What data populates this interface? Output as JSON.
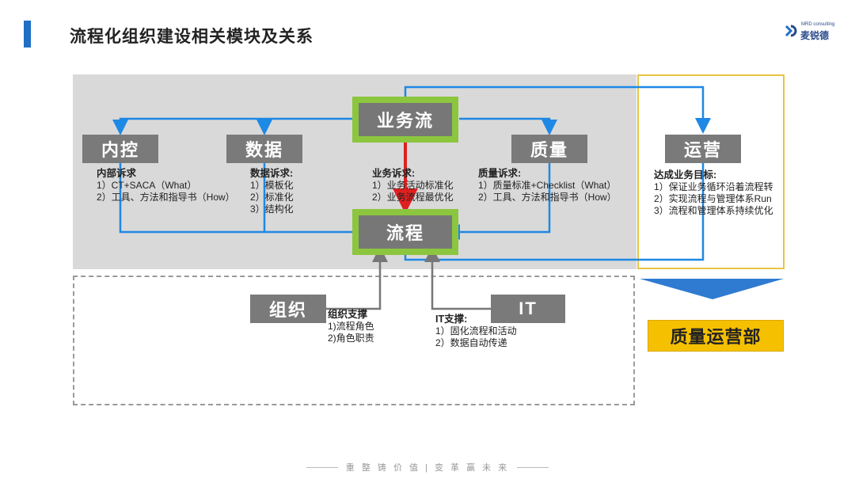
{
  "header": {
    "title": "流程化组织建设相关模块及关系"
  },
  "logo": {
    "small_text": "MRD consulting",
    "text": "麦锐德"
  },
  "nodes": {
    "business_flow": "业务流",
    "internal_control": "内控",
    "data": "数据",
    "quality": "质量",
    "operations": "运营",
    "process": "流程",
    "organization": "组织",
    "it": "IT"
  },
  "notes": {
    "internal_control": {
      "heading": "内部诉求",
      "items": [
        "1）CT+SACA（What）",
        "2）工具、方法和指导书（How）"
      ]
    },
    "data": {
      "heading": "数据诉求:",
      "items": [
        "1）模板化",
        "2）标准化",
        "3）结构化"
      ]
    },
    "business": {
      "heading": "业务诉求:",
      "items": [
        "1）业务活动标准化",
        "2）业务流程最优化"
      ]
    },
    "quality": {
      "heading": "质量诉求:",
      "items": [
        "1）质量标准+Checklist（What）",
        "2）工具、方法和指导书（How）"
      ]
    },
    "operations": {
      "heading": "达成业务目标:",
      "items": [
        "1）保证业务循环沿着流程转",
        "2）实现流程与管理体系Run",
        "3）流程和管理体系持续优化"
      ]
    },
    "organization": {
      "heading": "组织支撑",
      "items": [
        "1)流程角色",
        "2)角色职责"
      ]
    },
    "it": {
      "heading": "IT支撑:",
      "items": [
        "1）固化流程和活动",
        "2）数据自动传递"
      ]
    }
  },
  "department": "质量运营部",
  "footer": {
    "slogan": "重 整 铸 价 值 | 变 革 赢 未 来"
  },
  "colors": {
    "accent": "#1f6fc5",
    "arrow_blue": "#1e88e5",
    "arrow_red": "#e02020",
    "green": "#8cc63f",
    "yellow": "#f5c000",
    "node_gray": "#7a7a7a"
  }
}
